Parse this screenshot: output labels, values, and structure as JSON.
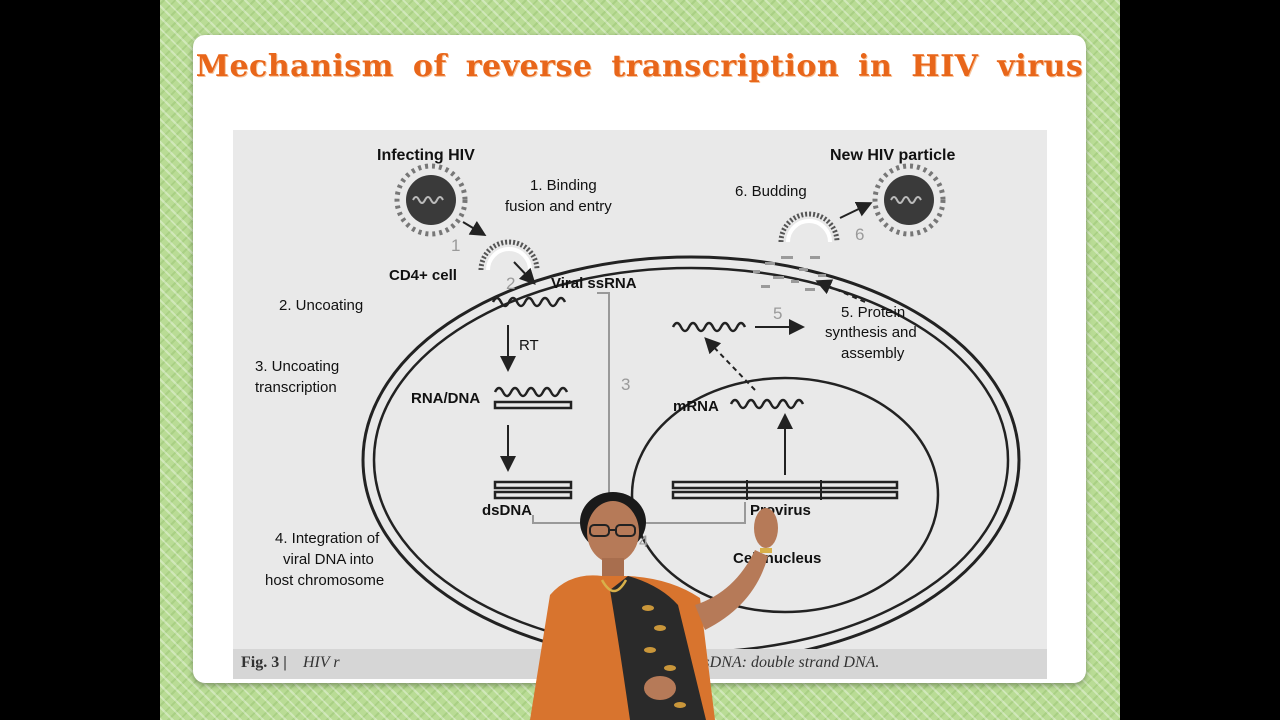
{
  "slide": {
    "title": "Mechanism of reverse transcription in HIV virus"
  },
  "diagram": {
    "infecting_hiv": "Infecting HIV",
    "new_hiv_particle": "New HIV particle",
    "cd4_cell": "CD4+ cell",
    "viral_ssrna": "Viral ssRNA",
    "rt": "RT",
    "rna_dna": "RNA/DNA",
    "dsdna": "dsDNA",
    "mrna": "mRNA",
    "provirus": "Provirus",
    "cell_nucleus": "Cell nucleus",
    "step1_line1": "1. Binding",
    "step1_line2": "fusion and entry",
    "step2": "2. Uncoating",
    "step3_line1": "3. Uncoating",
    "step3_line2": "transcription",
    "step4_line1": "4. Integration of",
    "step4_line2": "viral DNA into",
    "step4_line3": "host chromosome",
    "step5_line1": "5. Protein",
    "step5_line2": "synthesis and",
    "step5_line3": "assembly",
    "step6": "6. Budding",
    "num1": "1",
    "num2": "2",
    "num3": "3",
    "num4": "4",
    "num5": "5",
    "num6": "6"
  },
  "caption": {
    "fig_label": "Fig. 3 |",
    "text_part1": "HIV r",
    "text_part2": "erse transcriptase; dsDNA: double strand DNA."
  },
  "colors": {
    "title": "#e8661a",
    "background_green": "#b9dc95",
    "figure_bg": "#e9e9e9"
  }
}
